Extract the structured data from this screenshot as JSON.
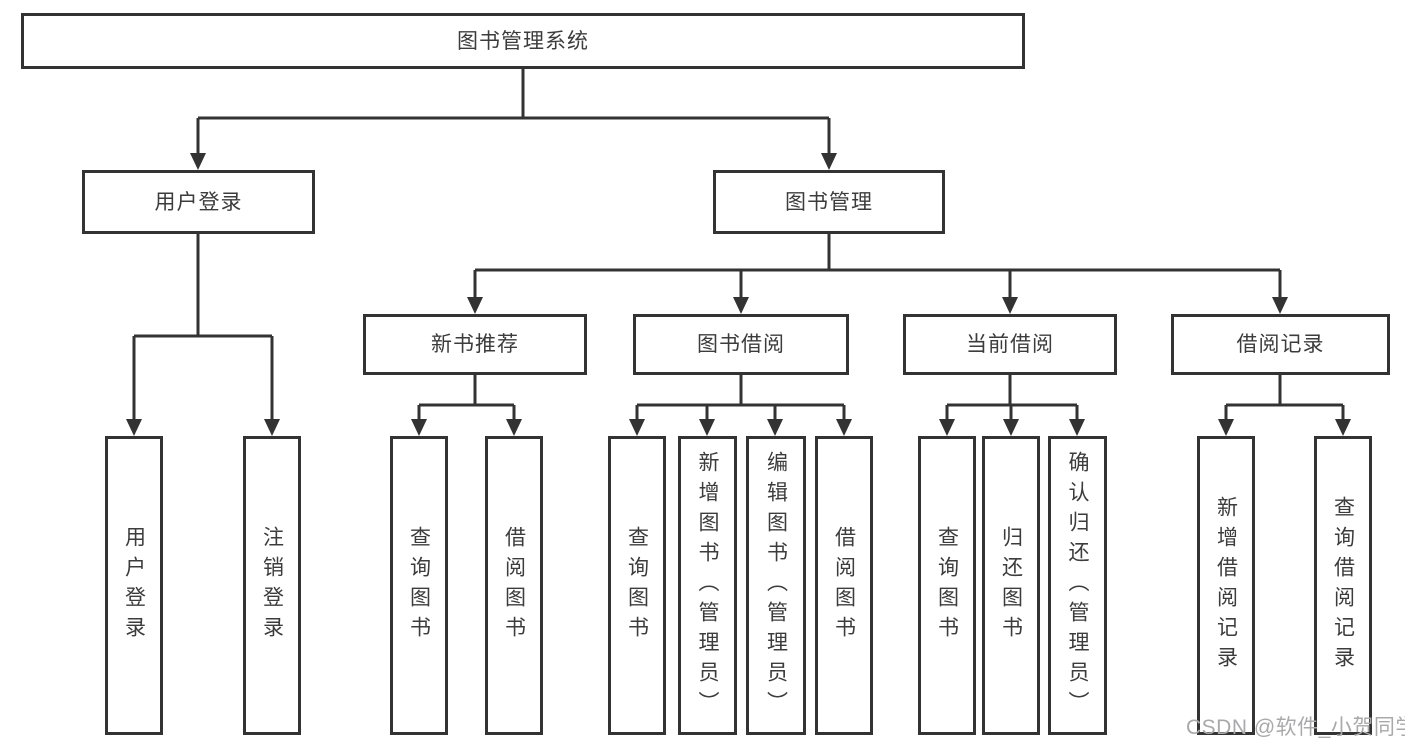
{
  "nodes": {
    "root": "图书管理系统",
    "user_login": "用户登录",
    "book_mgmt": "图书管理",
    "branches": [
      "新书推荐",
      "图书借阅",
      "当前借阅",
      "借阅记录"
    ],
    "leaves": {
      "login": [
        "用户登录",
        "注销登录"
      ],
      "recommend": [
        "查询图书",
        "借阅图书"
      ],
      "borrow": [
        "查询图书",
        "新增图书（管理员）",
        "编辑图书（管理员）",
        "借阅图书"
      ],
      "current": [
        "查询图书",
        "归还图书",
        "确认归还（管理员）"
      ],
      "records": [
        "新增借阅记录",
        "查询借阅记录"
      ]
    }
  },
  "colors": {
    "line": "#333333",
    "text": "#3c3c3c",
    "watermark": "#a9a9ab"
  },
  "watermark": {
    "text": "CSDN @软件_小贺同学"
  }
}
